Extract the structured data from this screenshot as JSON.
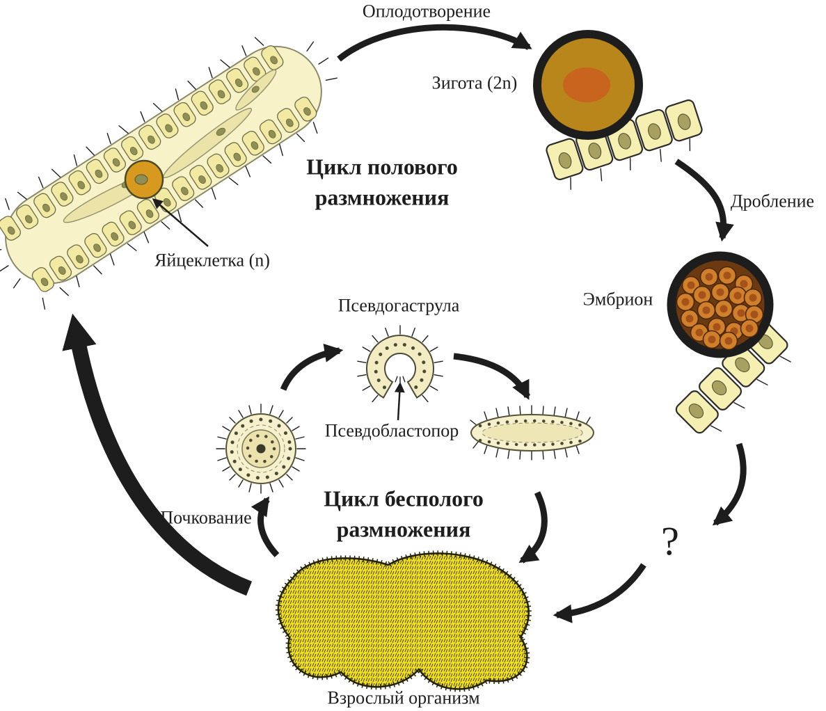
{
  "diagram": {
    "labels": {
      "fertilization": "Оплодотворение",
      "zygote": "Зигота (2n)",
      "cleavage": "Дробление",
      "embryo": "Эмбрион",
      "egg_cell": "Яйцеклетка (n)",
      "sexual_cycle_line1": "Цикл полового",
      "sexual_cycle_line2": "размножения",
      "pseudogastrula": "Псевдогаструла",
      "pseudoblastopore": "Псевдобластопор",
      "asexual_cycle_line1": "Цикл бесполого",
      "asexual_cycle_line2": "размножения",
      "budding": "Почкование",
      "unknown_stage": "?",
      "adult_organism": "Взрослый организм"
    },
    "colors": {
      "outline": "#1d1d1d",
      "pale_cell": "#f2e9a2",
      "cell_nucleus": "#8f8f55",
      "zygote_fill": "#b8861b",
      "zygote_nucleus": "#c9641f",
      "embryo_cell": "#d0802a",
      "adult_yellow": "#f2df1b"
    }
  }
}
